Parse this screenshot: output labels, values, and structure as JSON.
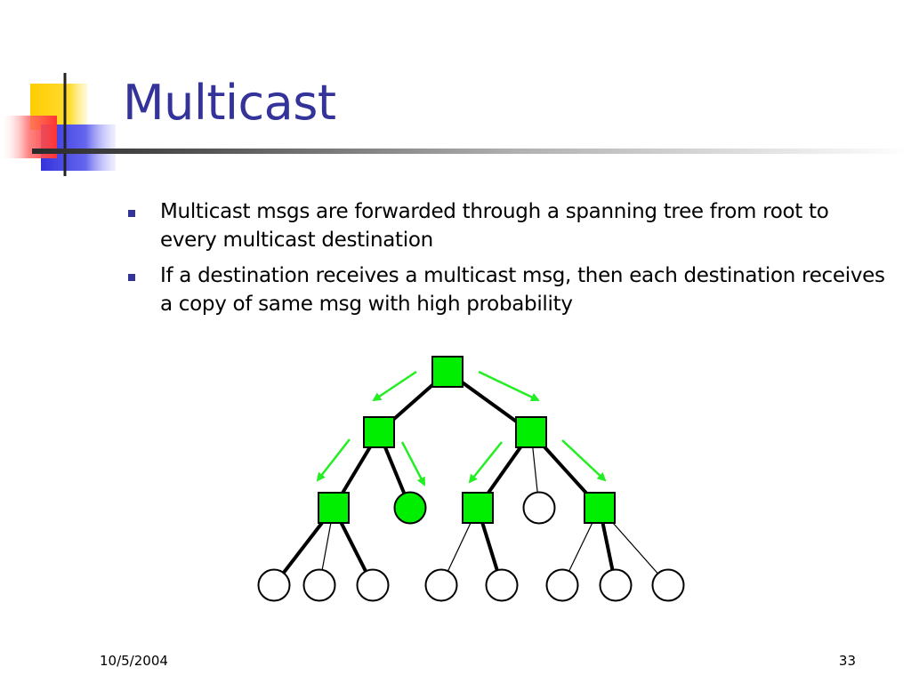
{
  "slide": {
    "title": "Multicast",
    "bullets": [
      {
        "text": "Multicast msgs are forwarded through a spanning tree from root to every multicast destination"
      },
      {
        "text": "If a destination receives a multicast msg,  then each destination receives a copy of same msg with high probability"
      }
    ],
    "footer": {
      "date": "10/5/2004",
      "page": "33"
    }
  },
  "colors": {
    "title": "#333399",
    "bullet_marker": "#333399",
    "node_fill_active": "#00ee00",
    "arrow": "#22ee22",
    "logo_yellow": "#ffcc00",
    "logo_blue": "#3333dd",
    "logo_red": "#ff4444"
  }
}
